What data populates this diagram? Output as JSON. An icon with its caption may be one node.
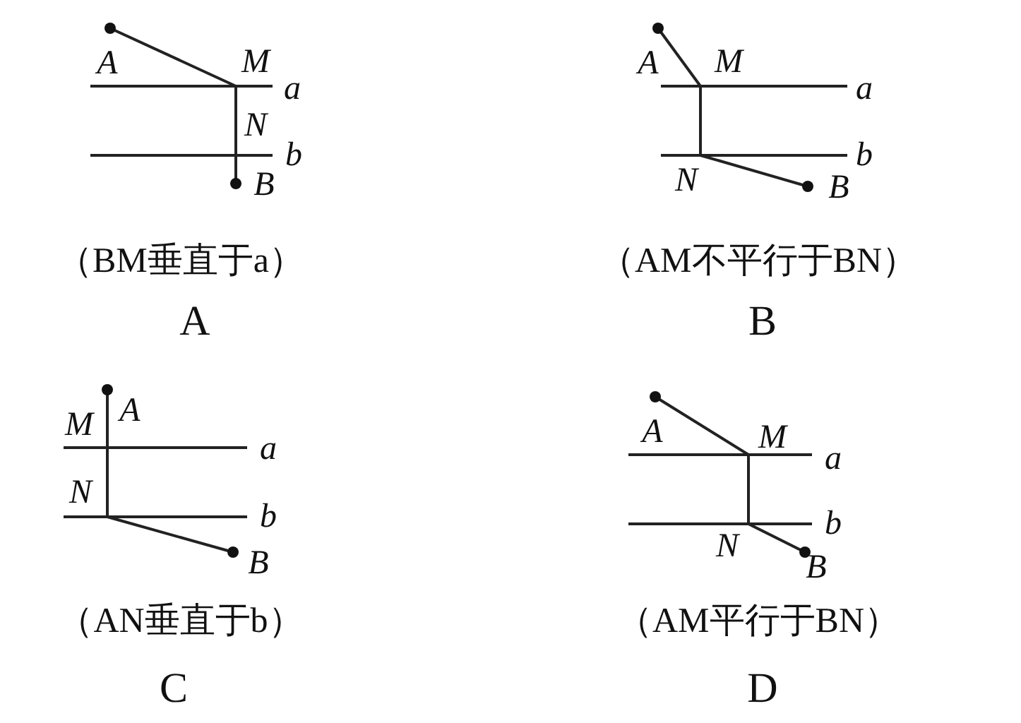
{
  "diagram": {
    "labels": [
      "A",
      "M",
      "a",
      "N",
      "b",
      "B",
      "（BM垂直于a）",
      "A",
      "A",
      "M",
      "a",
      "b",
      "N",
      "B",
      "（AM不平行于BN）",
      "B",
      "A",
      "M",
      "a",
      "N",
      "b",
      "B",
      "（AN垂直于b）",
      "C",
      "A",
      "M",
      "a",
      "b",
      "N",
      "B",
      "（AM平行于BN）",
      "D"
    ]
  }
}
